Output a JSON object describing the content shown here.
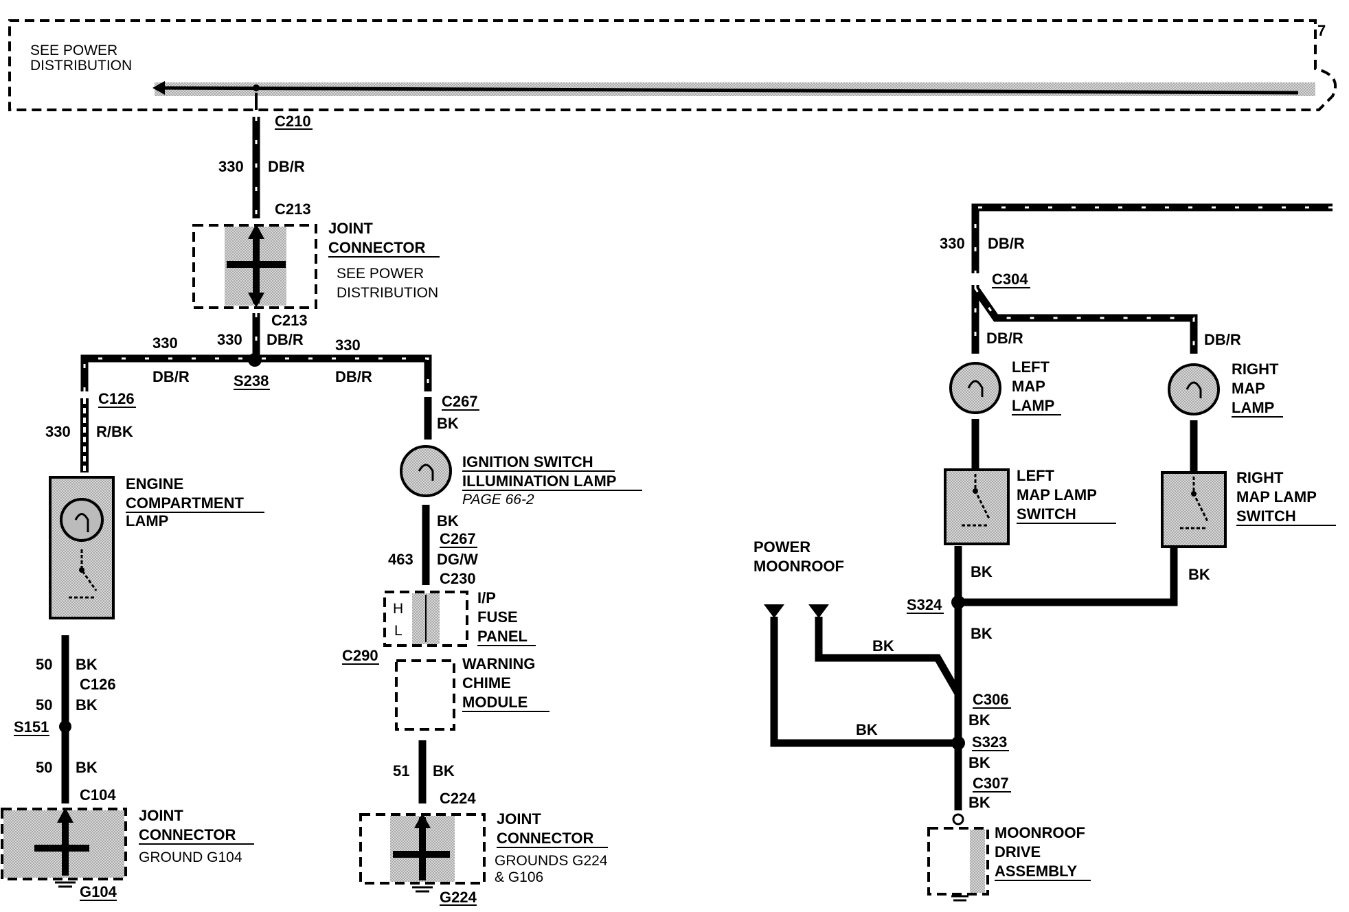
{
  "power_distribution": {
    "label_line1": "SEE POWER",
    "label_line2": "DISTRIBUTION"
  },
  "connectors": {
    "c210": "C210",
    "c213_top": "C213",
    "c213_bottom": "C213",
    "c126_top": "C126",
    "c126_bottom": "C126",
    "c267_top": "C267",
    "c267_bottom": "C267",
    "c230": "C230",
    "c290": "C290",
    "c104": "C104",
    "c224": "C224",
    "c304": "C304",
    "c306": "C306",
    "c307": "C307"
  },
  "splices": {
    "s238": "S238",
    "s151": "S151",
    "s324": "S324",
    "s323": "S323"
  },
  "grounds": {
    "g104": "G104",
    "g224": "G224"
  },
  "wires": {
    "w330_top": "330",
    "dbr_top": "DB/R",
    "w330_mid": "330",
    "dbr_mid": "DB/R",
    "w330_left": "330",
    "dbr_left": "DB/R",
    "w330_right": "330",
    "dbr_right": "DB/R",
    "w330_engine": "330",
    "rbk_engine": "R/BK",
    "bk_ign_top": "BK",
    "bk_ign_bottom": "BK",
    "w463": "463",
    "dgw": "DG/W",
    "w50_a": "50",
    "bk_50_a": "BK",
    "w50_b": "50",
    "bk_50_b": "BK",
    "w50_c": "50",
    "bk_50_c": "BK",
    "w51": "51",
    "bk_51": "BK",
    "w330_roof": "330",
    "dbr_roof": "DB/R",
    "dbr_left_map": "DB/R",
    "dbr_right_map": "DB/R",
    "bk_left_sw": "BK",
    "bk_right_sw": "BK",
    "bk_s324": "BK",
    "bk_moon1": "BK",
    "bk_moon2": "BK",
    "bk_c306": "BK",
    "bk_s323": "BK",
    "bk_c307": "BK"
  },
  "components": {
    "joint_top": {
      "line1": "JOINT",
      "line2": "CONNECTOR",
      "note1": "SEE POWER",
      "note2": "DISTRIBUTION"
    },
    "engine_lamp": {
      "line1": "ENGINE",
      "line2": "COMPARTMENT",
      "line3": "LAMP"
    },
    "ignition_lamp": {
      "line1": "IGNITION SWITCH",
      "line2": "ILLUMINATION LAMP",
      "page": "PAGE 66-2"
    },
    "fuse_panel": {
      "line1": "I/P",
      "line2": "FUSE",
      "line3": "PANEL",
      "h": "H",
      "l": "L"
    },
    "chime": {
      "line1": "WARNING",
      "line2": "CHIME",
      "line3": "MODULE"
    },
    "joint_g104": {
      "line1": "JOINT",
      "line2": "CONNECTOR",
      "note": "GROUND G104"
    },
    "joint_g224": {
      "line1": "JOINT",
      "line2": "CONNECTOR",
      "note1": "GROUNDS G224",
      "note2": "& G106"
    },
    "left_map_lamp": {
      "line1": "LEFT",
      "line2": "MAP",
      "line3": "LAMP"
    },
    "right_map_lamp": {
      "line1": "RIGHT",
      "line2": "MAP",
      "line3": "LAMP"
    },
    "left_switch": {
      "line1": "LEFT",
      "line2": "MAP LAMP",
      "line3": "SWITCH"
    },
    "right_switch": {
      "line1": "RIGHT",
      "line2": "MAP LAMP",
      "line3": "SWITCH"
    },
    "power_moonroof": {
      "line1": "POWER",
      "line2": "MOONROOF"
    },
    "moonroof_drive": {
      "line1": "MOONROOF",
      "line2": "DRIVE",
      "line3": "ASSEMBLY"
    }
  },
  "page_number": "7"
}
